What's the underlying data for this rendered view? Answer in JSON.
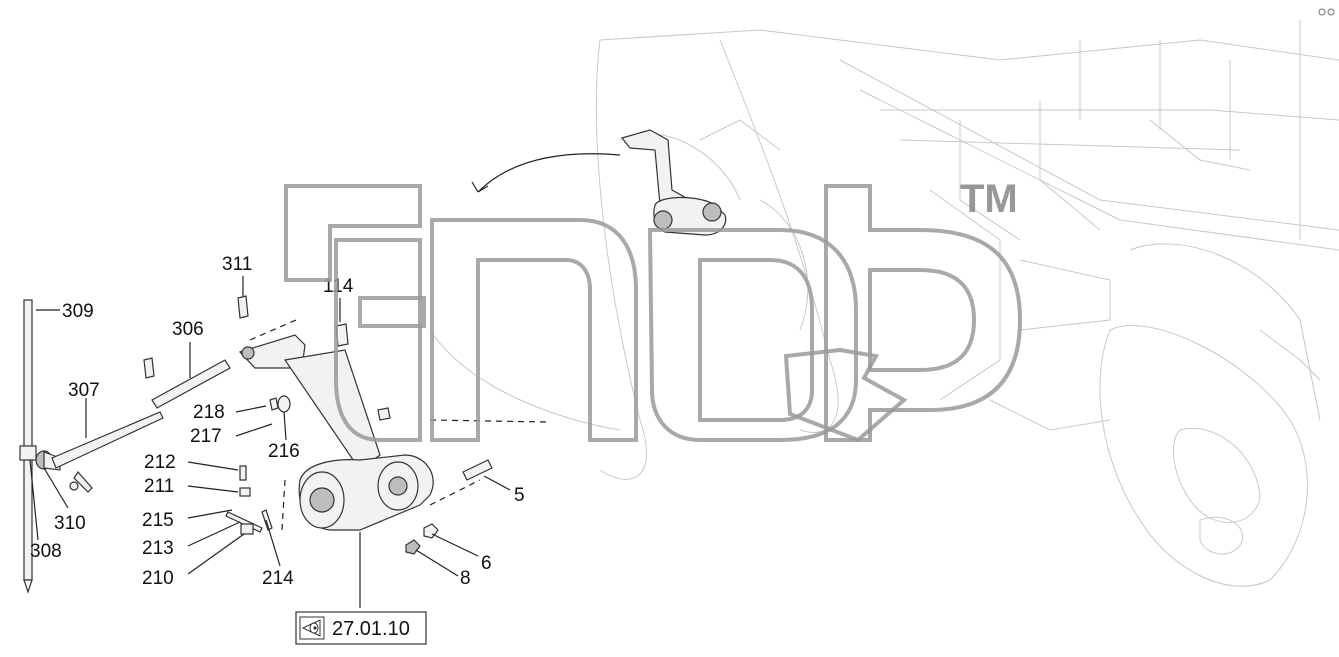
{
  "diagram": {
    "callouts": {
      "c311": "311",
      "c114": "114",
      "c309": "309",
      "c306": "306",
      "c307": "307",
      "c218": "218",
      "c217": "217",
      "c216": "216",
      "c212": "212",
      "c211": "211",
      "c215": "215",
      "c213": "213",
      "c210": "210",
      "c214": "214",
      "c310": "310",
      "c308": "308",
      "c5": "5",
      "c6": "6",
      "c8": "8"
    },
    "reference_box": {
      "label": "27.01.10",
      "icon": "view-reference-icon"
    },
    "watermark": {
      "tm": "TM",
      "logo": "watermark-logo"
    },
    "corner_mark": "corner-mark-icon"
  }
}
